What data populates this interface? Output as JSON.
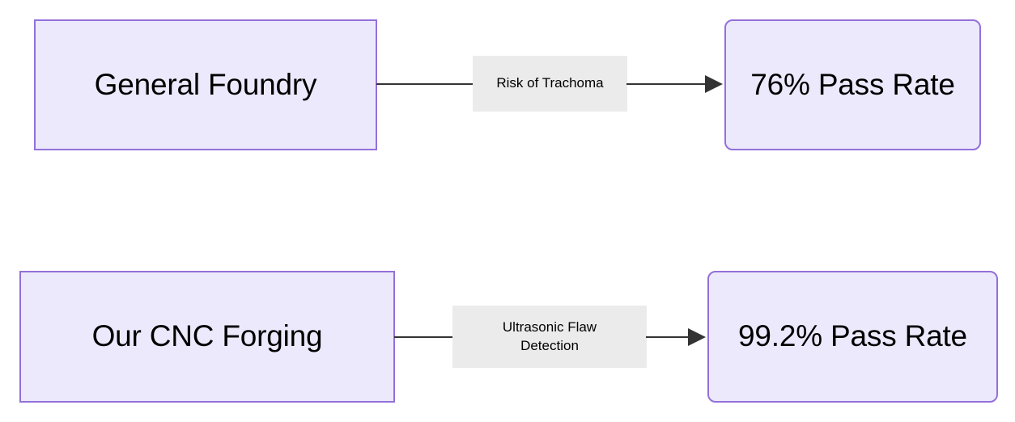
{
  "diagram": {
    "type": "flowchart",
    "orientation": "left-to-right",
    "background_color": "#FFFFFF",
    "node_fill_color": "#ECE9FC",
    "node_border_color": "#9370DB",
    "edge_color": "#333333",
    "edge_label_background": "#EBEBEB",
    "text_color": "#000000"
  },
  "nodes": [
    {
      "id": "general-foundry",
      "label": "General Foundry",
      "shape": "rectangle",
      "row": 1
    },
    {
      "id": "pass-rate-baseline",
      "label": "76% Pass Rate",
      "shape": "rounded-rectangle",
      "row": 1
    },
    {
      "id": "our-cnc-forging",
      "label": "Our CNC Forging",
      "shape": "rectangle",
      "row": 2
    },
    {
      "id": "pass-rate-ours",
      "label": "99.2% Pass Rate",
      "shape": "rounded-rectangle",
      "row": 2
    }
  ],
  "edges": [
    {
      "id": "edge-1",
      "from": "general-foundry",
      "to": "pass-rate-baseline",
      "label": "Risk of Trachoma",
      "arrow": "arrow-right-icon"
    },
    {
      "id": "edge-2",
      "from": "our-cnc-forging",
      "to": "pass-rate-ours",
      "label": "Ultrasonic Flaw\nDetection",
      "arrow": "arrow-right-icon"
    }
  ]
}
